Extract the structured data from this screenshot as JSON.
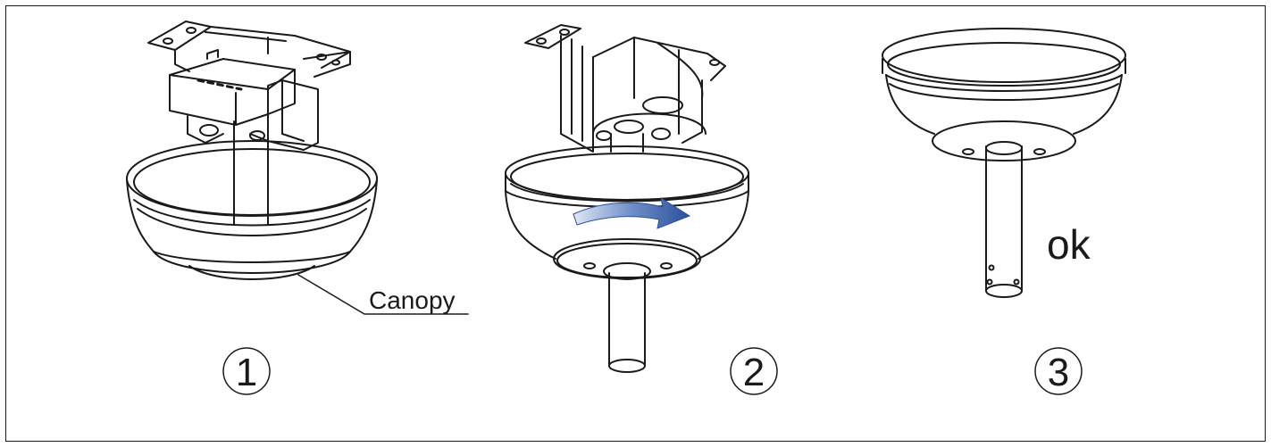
{
  "callout": {
    "text": "Canopy"
  },
  "steps": [
    {
      "number": "1"
    },
    {
      "number": "2"
    },
    {
      "number": "3",
      "note": "ok"
    }
  ],
  "colors": {
    "line": "#1a1a1a",
    "arrow": "#3a5fa8",
    "arrow_light": "#c6d3ea"
  }
}
